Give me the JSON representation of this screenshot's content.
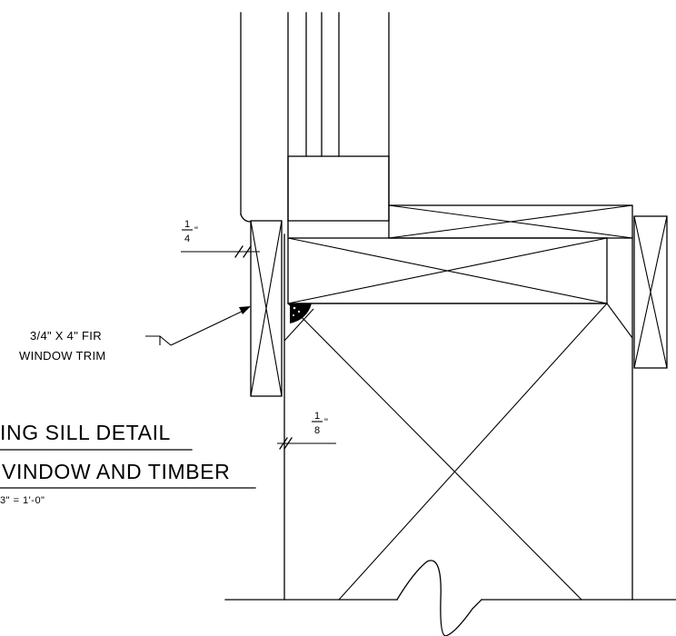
{
  "title": {
    "line1": "ING SILL DETAIL",
    "line2": "VINDOW AND TIMBER",
    "scale": "3\" = 1'-0\""
  },
  "dimensions": {
    "quarter": {
      "numerator": "1",
      "denominator": "4",
      "unit": "\""
    },
    "eighth": {
      "numerator": "1",
      "denominator": "8",
      "unit": "\""
    }
  },
  "callout": {
    "line1": "3/4\" X 4\" FIR",
    "line2": "WINDOW TRIM"
  },
  "colors": {
    "ink": "#000000",
    "paper": "#ffffff"
  }
}
